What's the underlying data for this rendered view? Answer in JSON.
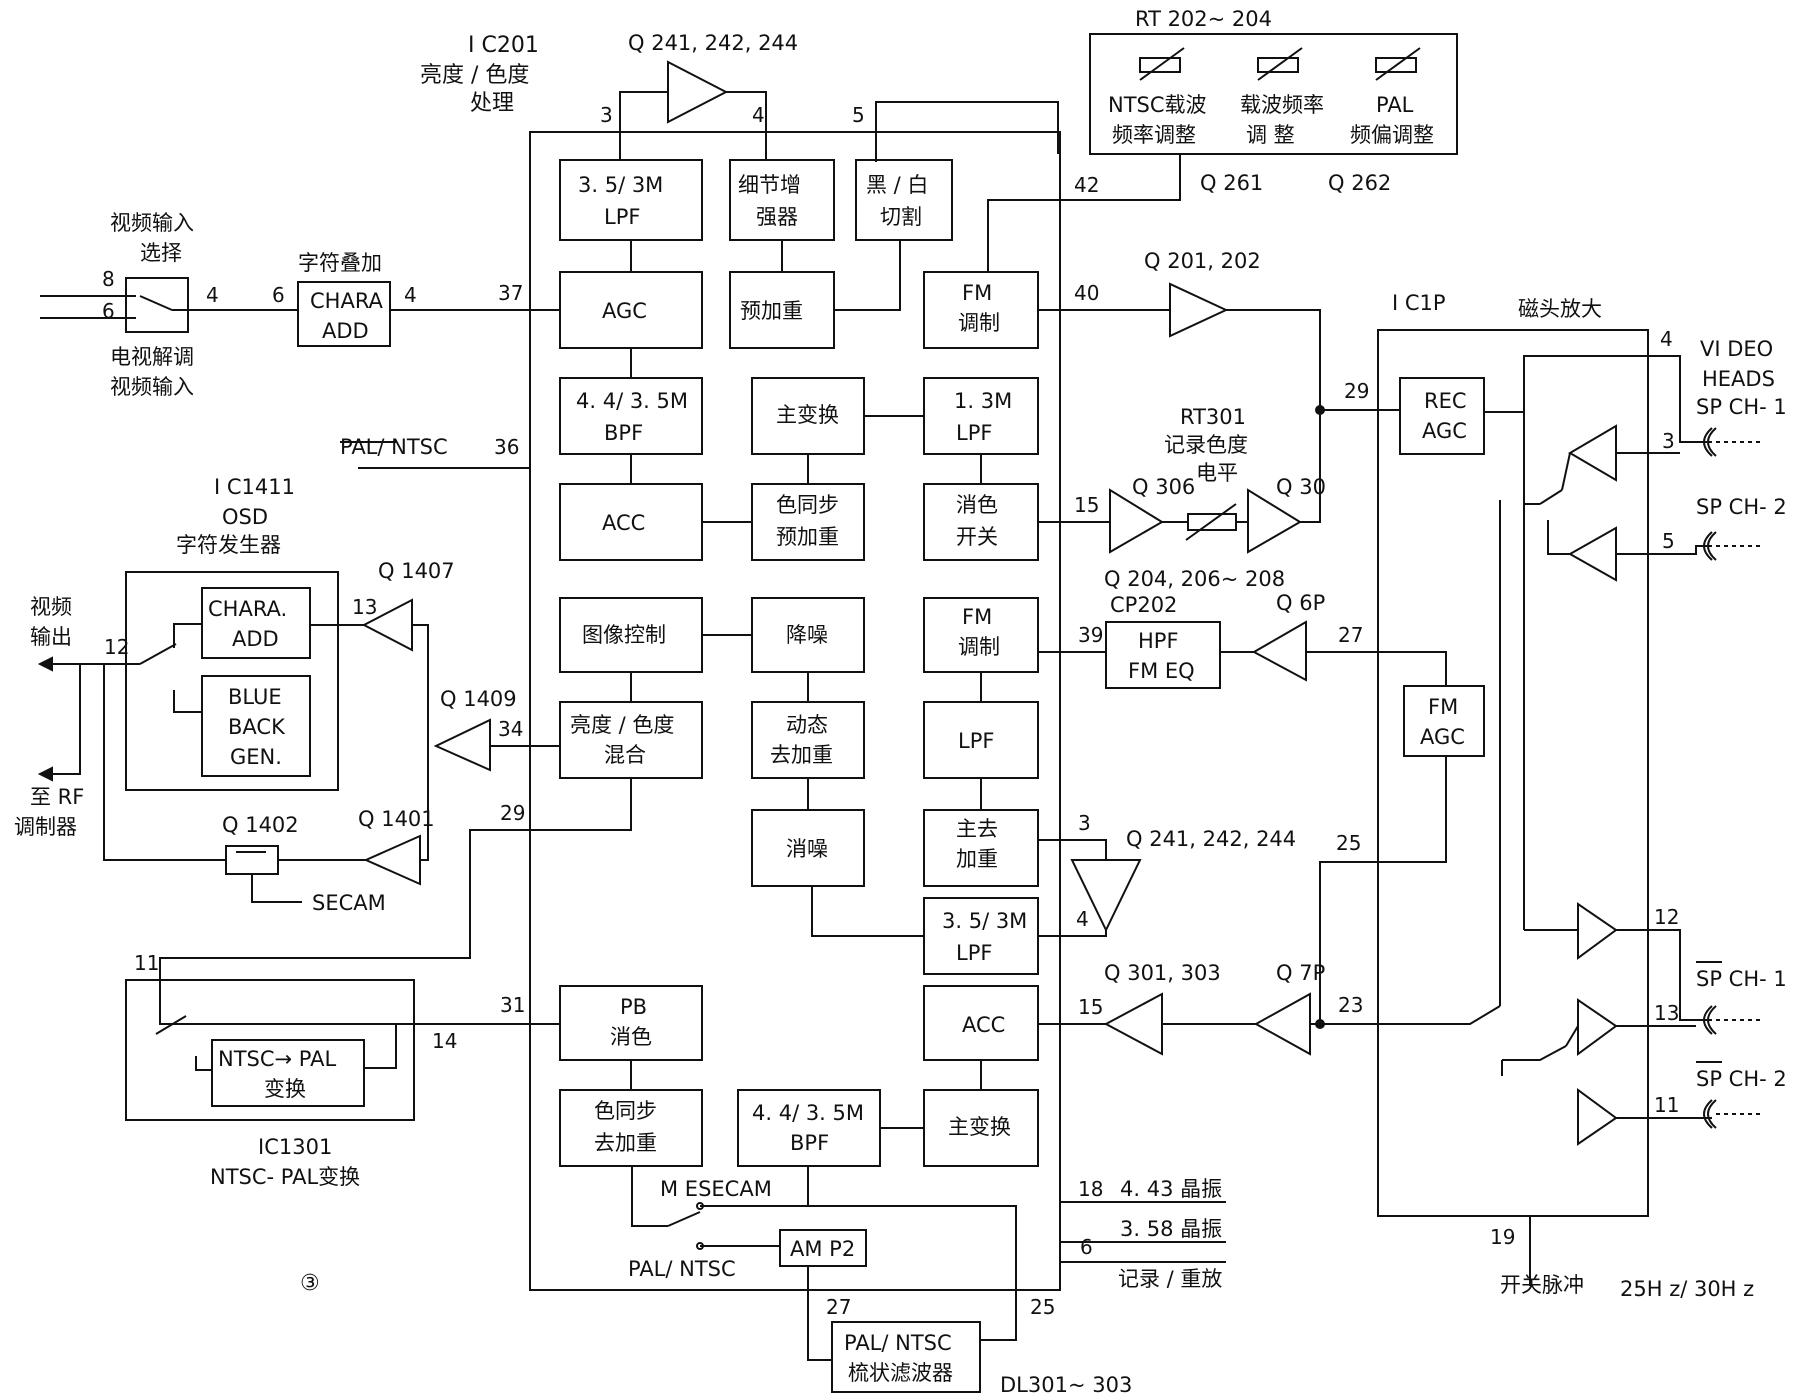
{
  "ic201": {
    "name": "I C201",
    "desc1": "亮度 / 色度",
    "desc2": "处理"
  },
  "q241_top": "Q 241, 242, 244",
  "q241_mid": "Q 241, 242, 244",
  "rt202": {
    "title": "RT 202~ 204",
    "ntsc1": "NTSC载波",
    "ntsc2": "频率调整",
    "carrier1": "载波频率",
    "carrier2": "调    整",
    "pal1": "PAL",
    "pal2": "频偏调整"
  },
  "q261": "Q 261",
  "q262": "Q 262",
  "video_in": {
    "title1": "视频输入",
    "title2": "选择",
    "bottom1": "电视解调",
    "bottom2": "视频输入"
  },
  "chara_in": {
    "title": "字符叠加",
    "line1": "CHARA",
    "line2": "ADD"
  },
  "blocks": {
    "lpf35_1": "3. 5/ 3M",
    "lpf35_2": "LPF",
    "detail1": "细节增",
    "detail2": "强器",
    "bw1": "黑 / 白",
    "bw2": "切割",
    "agc": "AGC",
    "preemph": "预加重",
    "fmmod_a1": "FM",
    "fmmod_a2": "调制",
    "bpf44_1": "4. 4/ 3. 5M",
    "bpf44_2": "BPF",
    "mainconv_a": "主变换",
    "lpf13_1": "1. 3M",
    "lpf13_2": "LPF",
    "acc_a": "ACC",
    "colsync_a1": "色同步",
    "colsync_a2": "预加重",
    "killer1": "消色",
    "killer2": "开关",
    "imgctl": "图像控制",
    "nr": "降噪",
    "fmmod_b1": "FM",
    "fmmod_b2": "调制",
    "mix1": "亮度 / 色度",
    "mix2": "混合",
    "dyn1": "动态",
    "dyn2": "去加重",
    "lpf_b": "LPF",
    "noise": "消噪",
    "mainde1": "主去",
    "mainde2": "加重",
    "lpf35b_1": "3. 5/ 3M",
    "lpf35b_2": "LPF",
    "pb1": "PB",
    "pb2": "消色",
    "acc_b": "ACC",
    "colsync_b1": "色同步",
    "colsync_b2": "去加重",
    "bpf44b_1": "4. 4/ 3. 5M",
    "bpf44b_2": "BPF",
    "mainconv_b": "主变换",
    "amp2": "AM P2",
    "comb1": "PAL/ NTSC",
    "comb2": "梳状滤波器"
  },
  "q201": "Q 201, 202",
  "rt301": {
    "line1": "RT301",
    "line2": "记录色度",
    "line3": "电平"
  },
  "q306": "Q 306",
  "q30": "Q 30",
  "q204": "Q 204, 206~ 208",
  "cp202": {
    "title": "CP202",
    "line1": "HPF",
    "line2": "FM   EQ"
  },
  "q6p": "Q 6P",
  "q7p": "Q 7P",
  "q301": "Q 301, 303",
  "ic1p": {
    "name": "I C1P",
    "desc": "磁头放大",
    "rec1": "REC",
    "rec2": "AGC",
    "fm1": "FM",
    "fm2": "AGC"
  },
  "heads": {
    "video": "VI DEO",
    "heads": "HEADS",
    "sp1": "SP  CH- 1",
    "sp2": "SP  CH- 2",
    "sp1b": "SP  CH- 1",
    "sp2b": "SP  CH- 2"
  },
  "pal_ntsc": "PAL/ NTSC",
  "ic1411": {
    "name": "I C1411",
    "osd": "OSD",
    "desc": "字符发生器",
    "chara1": "CHARA.",
    "chara2": "ADD",
    "blue1": "BLUE",
    "blue2": "BACK",
    "blue3": "GEN."
  },
  "q1407": "Q 1407",
  "q1409": "Q 1409",
  "q1401": "Q 1401",
  "q1402": "Q 1402",
  "secam": "SECAM",
  "video_out": {
    "line1": "视频",
    "line2": "输出"
  },
  "rf_out": {
    "line1": "至 RF",
    "line2": "调制器"
  },
  "ic1301": {
    "name": "IC1301",
    "desc": "NTSC- PAL变换",
    "box1": "NTSC→ PAL",
    "box2": "变换"
  },
  "mesecam": "M ESECAM",
  "pal_ntsc_sw": "PAL/ NTSC",
  "xtal443": "4. 43 晶振",
  "xtal358": "3. 58 晶振",
  "recplay": "记录 / 重放",
  "switch_pulse": "开关脉冲",
  "freq": "25H z/ 30H z",
  "dl301": "DL301~ 303",
  "fig_num": "③",
  "pins": {
    "p8": "8",
    "p6in": "6",
    "p4a": "4",
    "p6b": "6",
    "p4b": "4",
    "p37": "37",
    "p36": "36",
    "p3a": "3",
    "p4c": "4",
    "p5a": "5",
    "p42": "42",
    "p40": "40",
    "p29a": "29",
    "p15a": "15",
    "p39": "39",
    "p27a": "27",
    "p34": "34",
    "p29b": "29",
    "p13": "13",
    "p12": "12",
    "p11": "11",
    "p14": "14",
    "p31": "31",
    "p3b": "3",
    "p4d": "4",
    "p25a": "25",
    "p15b": "15",
    "p23": "23",
    "h4": "4",
    "h3": "3",
    "h5": "5",
    "h12": "12",
    "h13": "13",
    "h11": "11",
    "p19": "19",
    "p18": "18",
    "p6c": "6",
    "p27b": "27",
    "p25b": "25"
  }
}
